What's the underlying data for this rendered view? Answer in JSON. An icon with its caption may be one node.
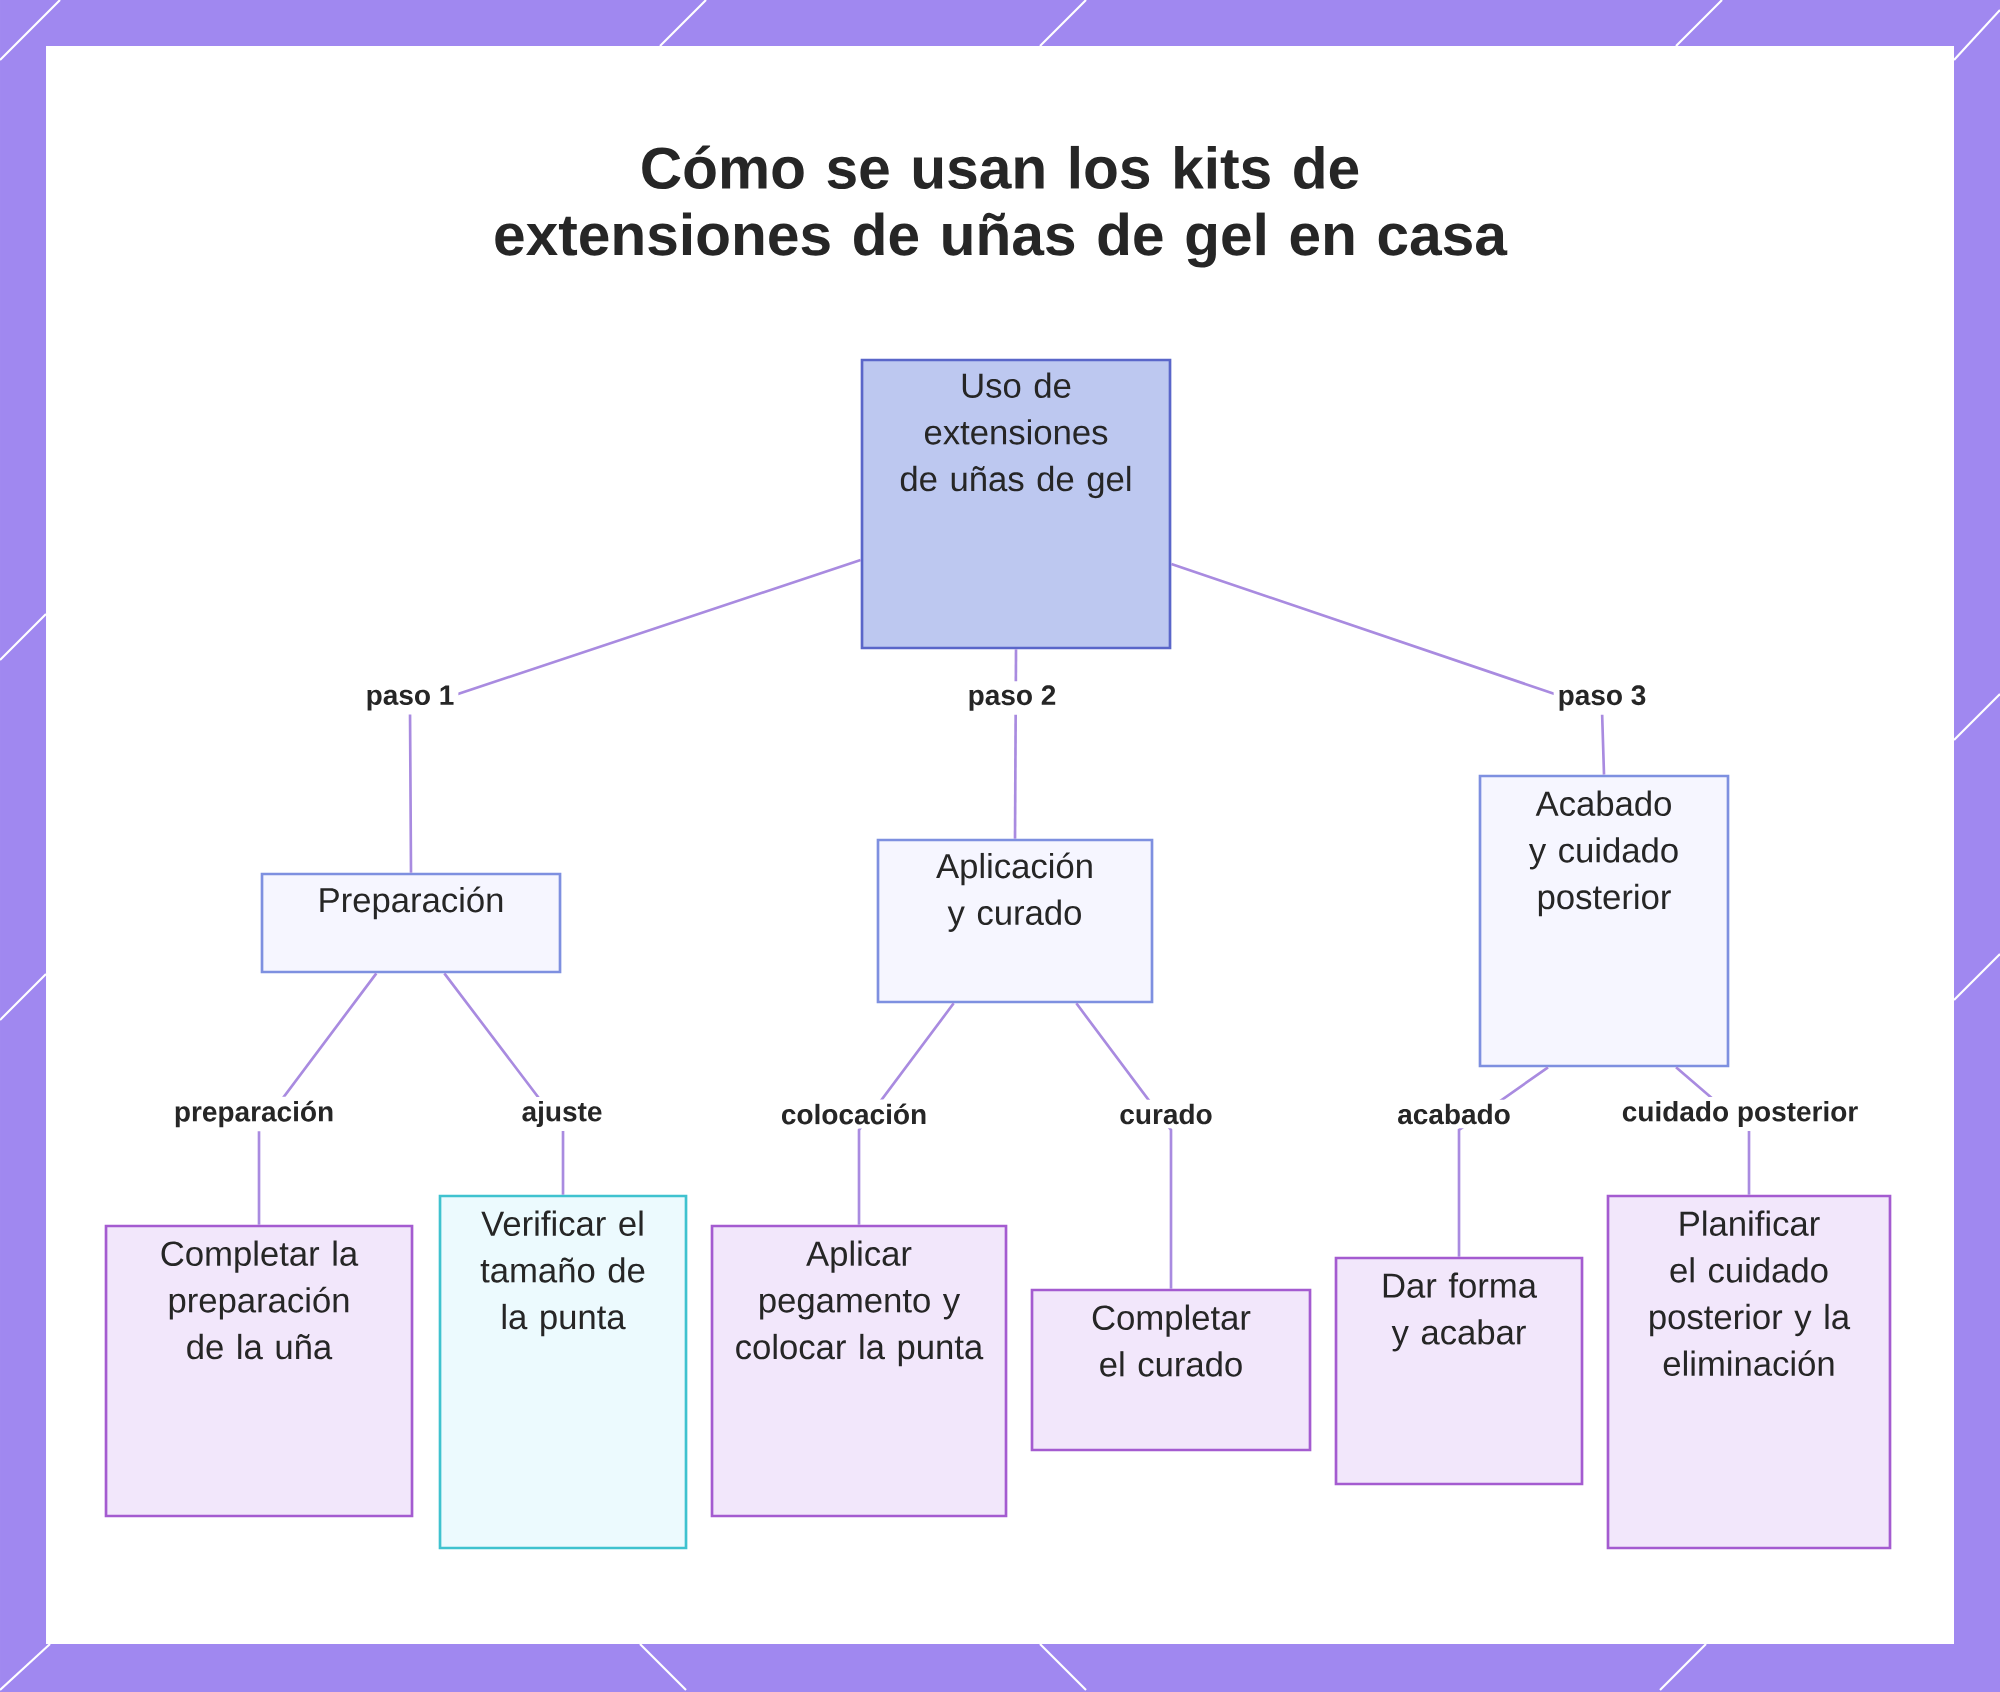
{
  "diagram": {
    "title": "Cómo se usan los kits de extensiones de uñas de gel en casa",
    "nodes": [
      {
        "text": [
          "Uso de extensiones de uñas de gel"
        ]
      },
      {
        "text": [
          "Preparación"
        ]
      },
      {
        "text": [
          "Aplicación y curado"
        ]
      },
      {
        "text": [
          "Acabado y cuidado posterior"
        ]
      },
      {
        "text": [
          "Completar la preparación de la uña"
        ]
      },
      {
        "text": [
          "Verificar el tamaño de la punta"
        ]
      },
      {
        "text": [
          "Aplicar pegamento y colocar la punta"
        ]
      },
      {
        "text": [
          "Completar el curado"
        ]
      },
      {
        "text": [
          "Dar forma y acabar"
        ]
      },
      {
        "text": [
          "Planificar el cuidado posterior y la eliminación"
        ]
      }
    ],
    "edges": [
      {
        "from": 0,
        "to": 1,
        "arrow": "none",
        "label": "paso 1"
      },
      {
        "from": 0,
        "to": 2,
        "arrow": "none",
        "label": "paso 2"
      },
      {
        "from": 0,
        "to": 3,
        "arrow": "none",
        "label": "paso 3"
      },
      {
        "from": 1,
        "to": 4,
        "arrow": "none",
        "label": "preparación"
      },
      {
        "from": 1,
        "to": 5,
        "arrow": "none",
        "label": "ajuste"
      },
      {
        "from": 2,
        "to": 6,
        "arrow": "none",
        "label": "colocación"
      },
      {
        "from": 2,
        "to": 7,
        "arrow": "none",
        "label": "curado"
      },
      {
        "from": 3,
        "to": 8,
        "arrow": "none",
        "label": "acabado"
      },
      {
        "from": 3,
        "to": 9,
        "arrow": "none",
        "label": "cuidado posterior"
      }
    ]
  }
}
